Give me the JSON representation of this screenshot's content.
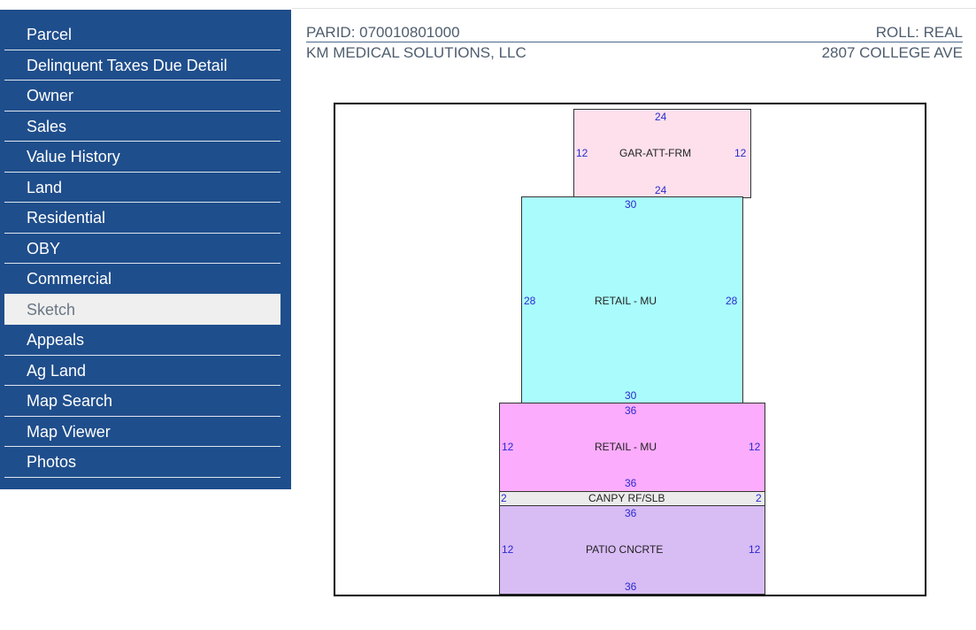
{
  "sidebar": {
    "items": [
      {
        "label": "Parcel"
      },
      {
        "label": "Delinquent Taxes Due Detail"
      },
      {
        "label": "Owner"
      },
      {
        "label": "Sales"
      },
      {
        "label": "Value History"
      },
      {
        "label": "Land"
      },
      {
        "label": "Residential"
      },
      {
        "label": "OBY"
      },
      {
        "label": "Commercial"
      },
      {
        "label": "Sketch",
        "active": true
      },
      {
        "label": "Appeals"
      },
      {
        "label": "Ag Land"
      },
      {
        "label": "Map Search"
      },
      {
        "label": "Map Viewer"
      },
      {
        "label": "Photos"
      }
    ]
  },
  "header": {
    "parid": "PARID: 070010801000",
    "roll": "ROLL: REAL",
    "owner": "KM MEDICAL SOLUTIONS, LLC",
    "address": "2807 COLLEGE AVE"
  },
  "sketch": {
    "areas": [
      {
        "name": "GAR-ATT-FRM",
        "color": "#fde0ec",
        "top": "24",
        "bottom": "24",
        "left": "12",
        "right": "12"
      },
      {
        "name": "RETAIL - MU",
        "color": "#aafcfc",
        "top": "30",
        "bottom": "30",
        "left": "28",
        "right": "28"
      },
      {
        "name": "RETAIL - MU",
        "color": "#fcacfc",
        "top": "36",
        "bottom": "36",
        "left": "12",
        "right": "12"
      },
      {
        "name": "CANPY RF/SLB",
        "color": "#ebebeb",
        "left": "2",
        "right": "2"
      },
      {
        "name": "PATIO CNCRTE",
        "color": "#d8bcf4",
        "top": "36",
        "bottom": "36",
        "left": "12",
        "right": "12"
      }
    ]
  }
}
